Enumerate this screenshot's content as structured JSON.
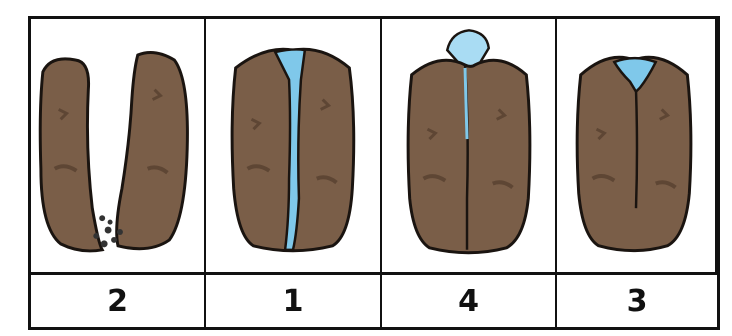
{
  "panels": [
    {
      "label": "2",
      "state": "split-apart-with-debris"
    },
    {
      "label": "1",
      "state": "water-filled-crack"
    },
    {
      "label": "4",
      "state": "ice-expanding-crack"
    },
    {
      "label": "3",
      "state": "water-at-top-of-crack"
    }
  ],
  "colors": {
    "rock": "#7a5e48",
    "rock_dark": "#5e4634",
    "outline": "#1a1410",
    "water": "#7fc8ea",
    "ice": "#a9dcf3"
  }
}
